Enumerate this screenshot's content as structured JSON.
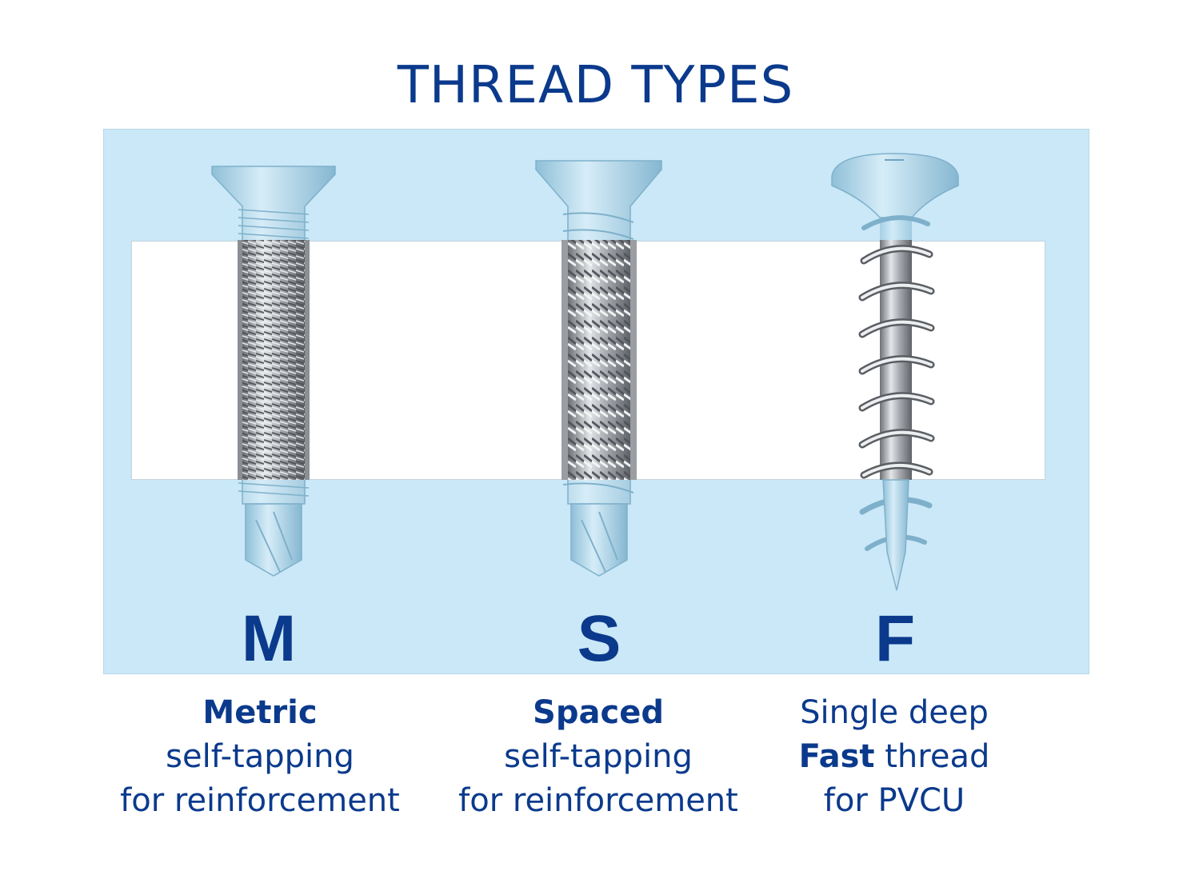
{
  "title": "THREAD TYPES",
  "colors": {
    "brand_blue": "#0b3a8c",
    "panel_blue": "#cae8f7",
    "steel": "#b4b6b9"
  },
  "types": [
    {
      "letter": "M",
      "icon": "metric-drill-screw-icon",
      "line1_bold": "Metric",
      "line1_plain": "",
      "line2_bold": "",
      "line2_plain": "self-tapping",
      "line3": "for reinforcement"
    },
    {
      "letter": "S",
      "icon": "spaced-drill-screw-icon",
      "line1_bold": "Spaced",
      "line1_plain": "",
      "line2_bold": "",
      "line2_plain": "self-tapping",
      "line3": "for reinforcement"
    },
    {
      "letter": "F",
      "icon": "fast-thread-pan-head-screw-icon",
      "line1_bold": "",
      "line1_plain": "Single deep",
      "line2_bold": "Fast",
      "line2_plain": " thread",
      "line3": "for PVCU"
    }
  ]
}
